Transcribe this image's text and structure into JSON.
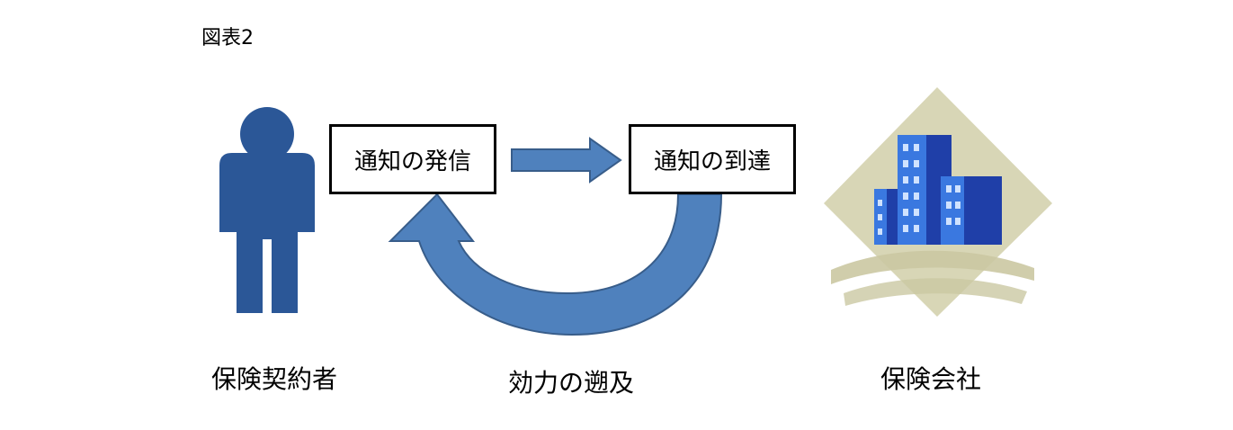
{
  "figure_label": "図表2",
  "boxes": {
    "send": "通知の発信",
    "arrive": "通知の到達"
  },
  "captions": {
    "policyholder": "保険契約者",
    "effect": "効力の遡及",
    "insurer": "保険会社"
  },
  "colors": {
    "person": "#2b5797",
    "arrow_fill": "#4f81bd",
    "arrow_stroke": "#385d8a",
    "building_dark": "#1f3fa8",
    "building_light": "#3a78e0",
    "window": "#cfe2ff",
    "diamond": "#d8d6b6",
    "swoosh": "#cbc8a2"
  },
  "icons": {
    "policyholder": "person-icon",
    "insurer": "office-building-icon"
  }
}
